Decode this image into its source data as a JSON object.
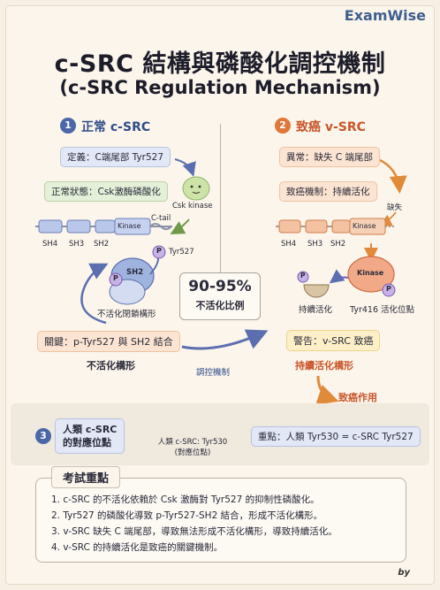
{
  "brand": "ExamWise",
  "title_zh": "c-SRC 結構與磷酸化調控機制",
  "title_en": "(c-SRC Regulation Mechanism)",
  "section1": {
    "num": "1",
    "title": "正常 c-SRC",
    "def": "定義：C端尾部 Tyr527",
    "state": "正常狀態：Csk激酶磷酸化",
    "csk": "Csk kinase",
    "ctail": "C-tail",
    "kinase": "Kinase",
    "sh4": "SH4",
    "sh3": "SH3",
    "sh2": "SH2",
    "p": "P",
    "tyr527": "Tyr527",
    "sh2_label": "SH2",
    "closed": "不活化閉鎖構形",
    "key": "關鍵：p-Tyr527 與 SH2 結合",
    "inactive": "不活化構形"
  },
  "section2": {
    "num": "2",
    "title": "致癌 v-SRC",
    "abnormal": "異常：缺失 C 端尾部",
    "mechanism": "致癌機制：持續活化",
    "missing": "缺失",
    "kinase": "Kinase",
    "sh4": "SH4",
    "sh3": "SH3",
    "sh2": "SH2",
    "kinase2": "Kinase",
    "p": "P",
    "persist_active": "持續活化",
    "tyr416": "Tyr416 活化位點",
    "warning": "警告：v-SRC 致癌",
    "active_form": "持續活化構形",
    "carcinogenic": "致癌作用"
  },
  "center": {
    "value": "90-95%",
    "label": "不活化比例",
    "regulation": "調控機制"
  },
  "section3": {
    "num": "3",
    "title_l1": "人類 c-SRC",
    "title_l2": "的對應位點",
    "seq_l1": "人類 c-SRC: Tyr530",
    "seq_l2": "(對應位點)",
    "point": "重點：人類 Tyr530 = c-SRC Tyr527"
  },
  "exam": {
    "title": "考試重點",
    "points": [
      "1. c-SRC 的不活化依賴於 Csk 激酶對 Tyr527 的抑制性磷酸化。",
      "2. Tyr527 的磷酸化導致 p-Tyr527-SH2 結合，形成不活化構形。",
      "3. v-SRC 缺失 C 端尾部，導致無法形成不活化構形，導致持續活化。",
      "4. v-SRC 的持續活化是致癌的關鍵機制。"
    ]
  },
  "byline": "by",
  "colors": {
    "blue": "#4a67a8",
    "orange": "#e0773a",
    "title_blue": "#2f4d8a",
    "title_orange": "#c9562a"
  }
}
